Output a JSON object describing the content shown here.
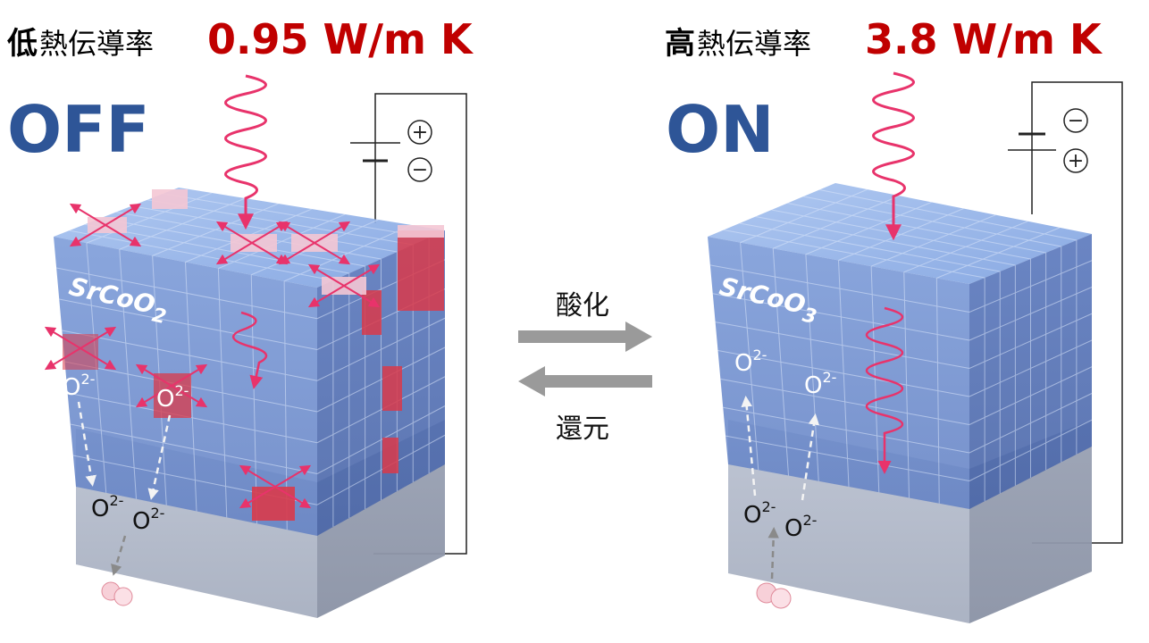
{
  "left": {
    "prefix": "低",
    "label": "熱伝導率",
    "value": "0.95 W/m K",
    "state": "OFF",
    "material": "SrCo",
    "material_o": "O",
    "material_sub": "2",
    "plus": "+",
    "minus": "−",
    "ion": "O",
    "ion_sup": "2-"
  },
  "right": {
    "prefix": "高",
    "label": "熱伝導率",
    "value": "3.8 W/m K",
    "state": "ON",
    "material": "SrCo",
    "material_o": "O",
    "material_sub": "3",
    "plus": "+",
    "minus": "−",
    "ion": "O",
    "ion_sup": "2-"
  },
  "middle": {
    "oxidation": "酸化",
    "reduction": "還元"
  },
  "colors": {
    "value_red": "#c00000",
    "state_blue": "#2e5597",
    "wave_pink": "#e8336b",
    "cube_top": "#8fb0e8",
    "cube_front": "#6d8fd4",
    "cube_side": "#4f6fb8",
    "substrate": "#b4bccc",
    "defect_red": "#d93a4a"
  }
}
